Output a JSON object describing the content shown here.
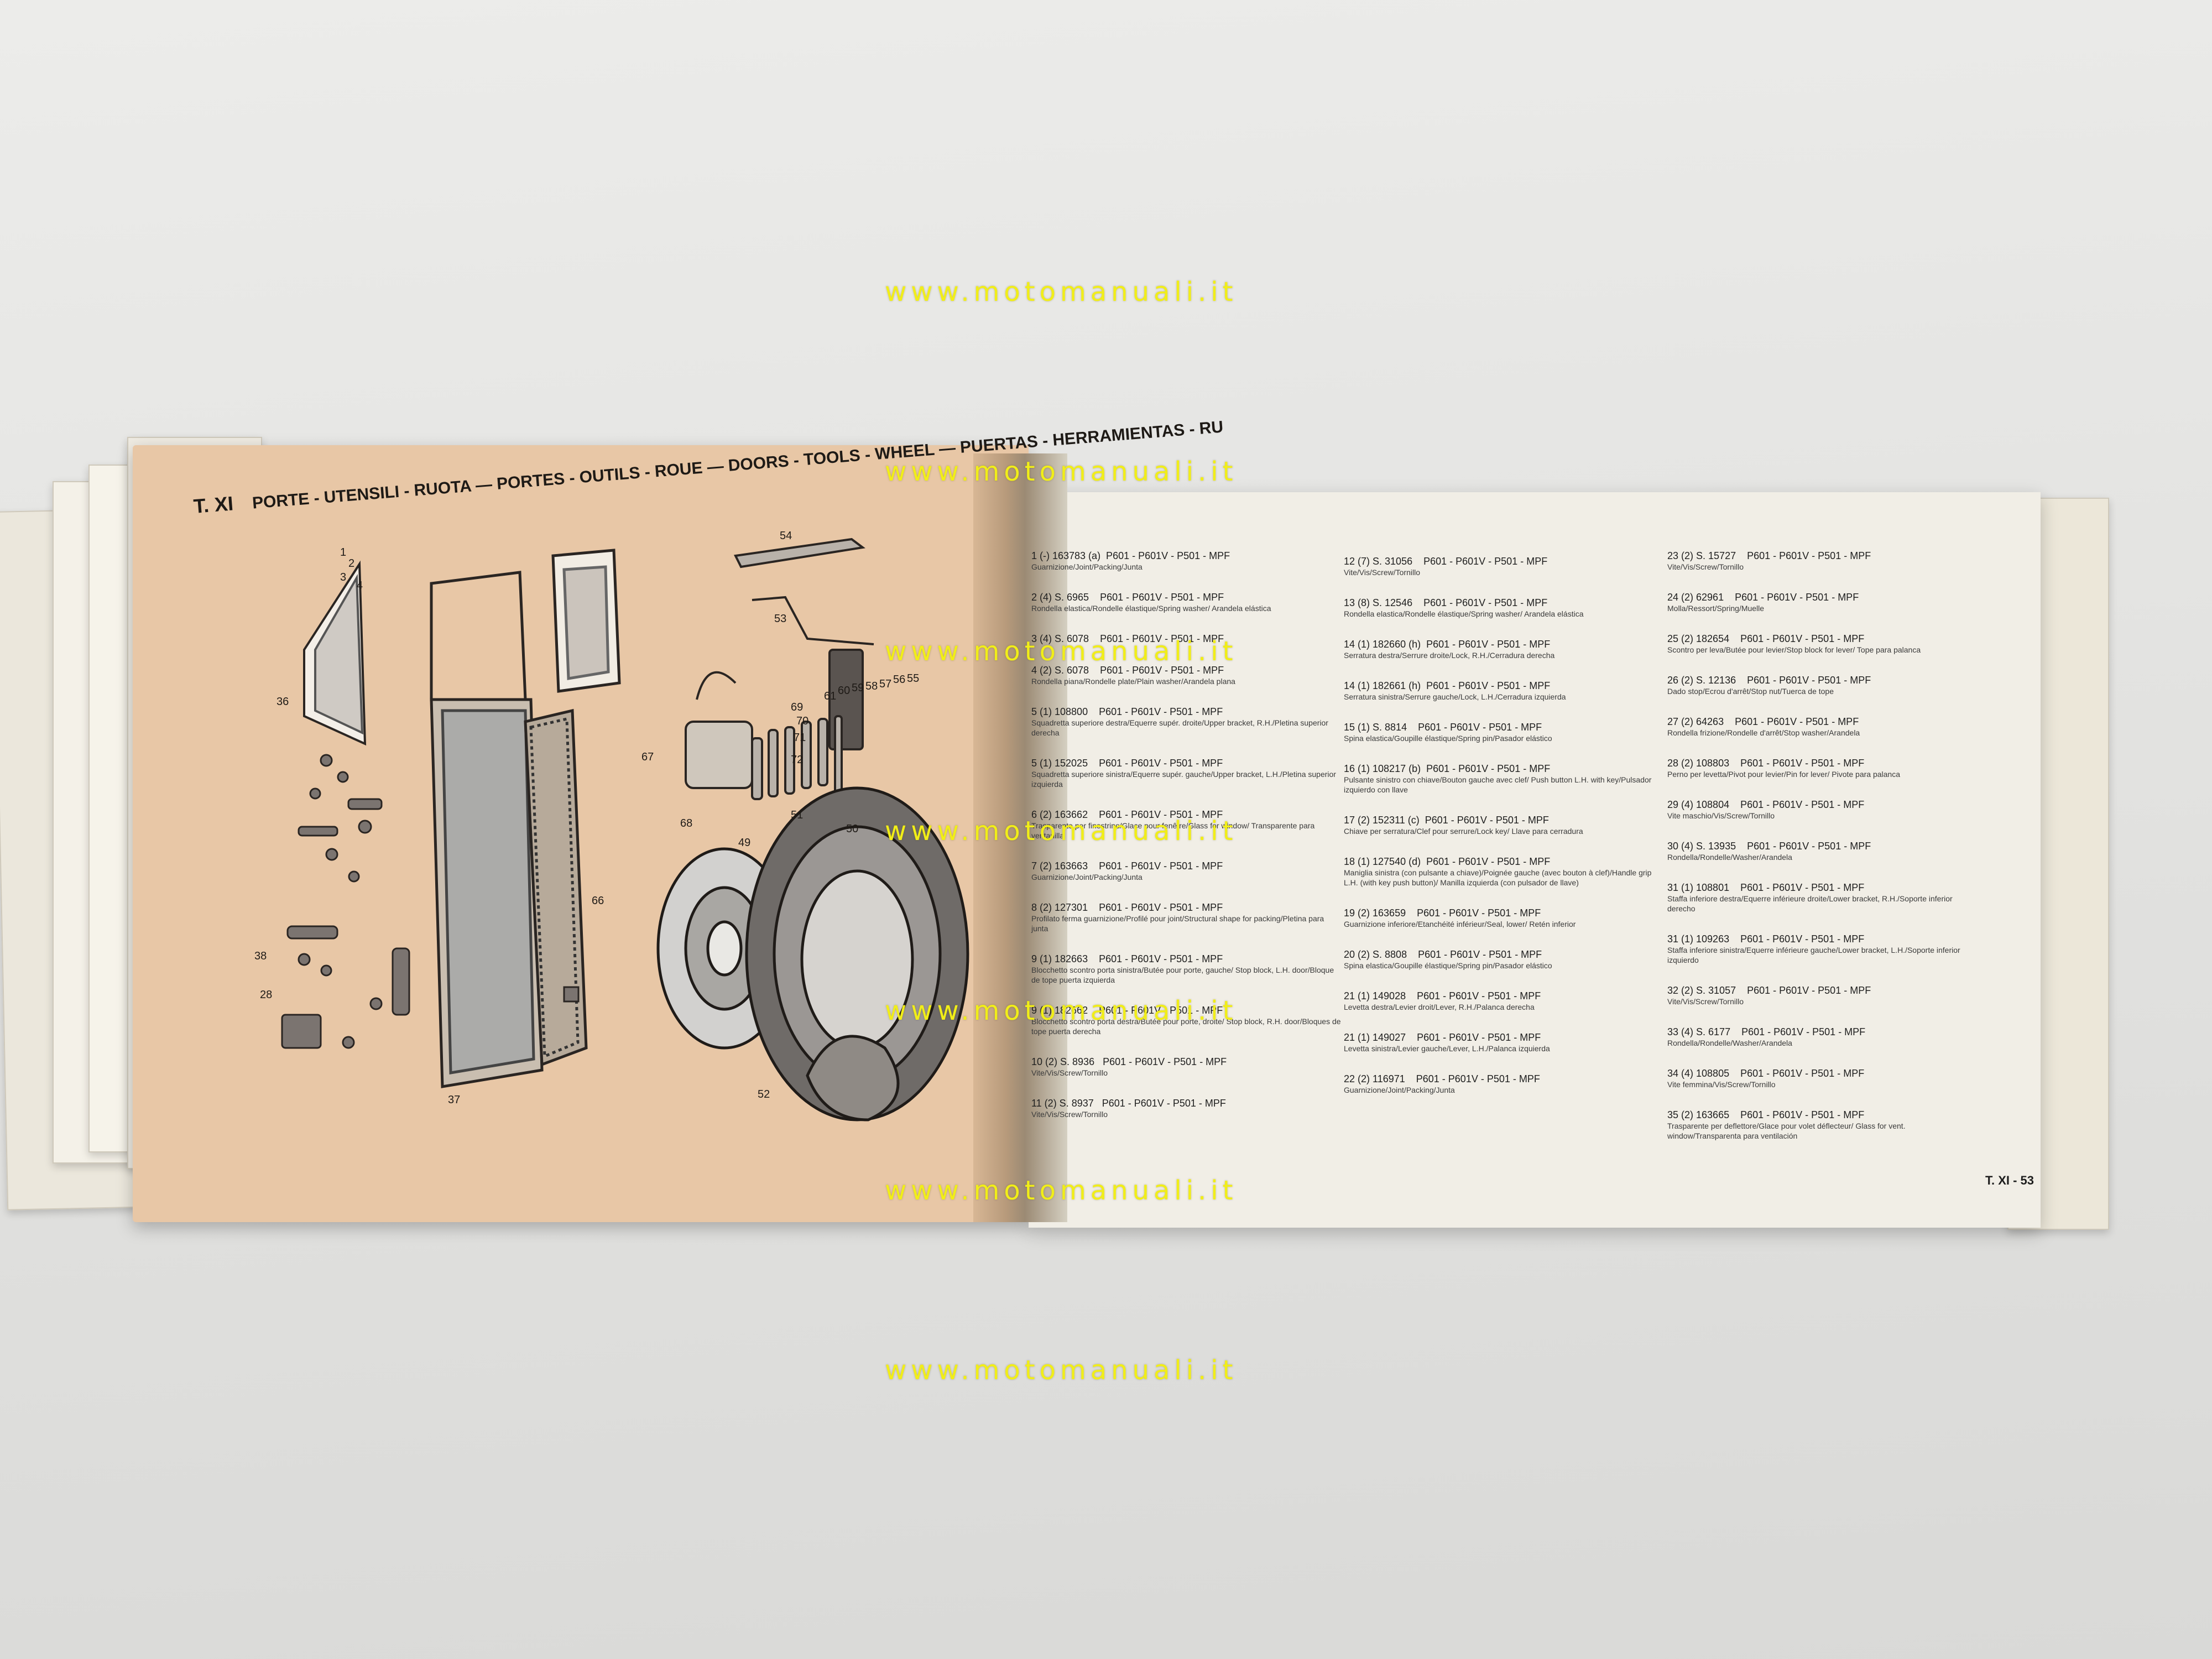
{
  "watermark": "www.motomanuali.it",
  "header": {
    "table": "T. XI",
    "title": "PORTE - UTENSILI - RUOTA — PORTES - OUTILS - ROUE — DOORS - TOOLS - WHEEL — PUERTAS - HERRAMIENTAS - RU"
  },
  "parts_col1": [
    {
      "head": "1 (-) 163783 (a)  P601 - P601V - P501 - MPF",
      "desc": "Guarnizione/Joint/Packing/Junta"
    },
    {
      "head": "2 (4) S. 6965    P601 - P601V - P501 - MPF",
      "desc": "Rondella elastica/Rondelle élastique/Spring washer/ Arandela elástica"
    },
    {
      "head": "3 (4) S. 6078    P601 - P601V - P501 - MPF",
      "desc": ""
    },
    {
      "head": "4 (2) S. 6078    P601 - P601V - P501 - MPF",
      "desc": "Rondella piana/Rondelle plate/Plain washer/Arandela plana"
    },
    {
      "head": "5 (1) 108800    P601 - P601V - P501 - MPF",
      "desc": "Squadretta superiore destra/Equerre supér. droite/Upper bracket, R.H./Pletina superior derecha"
    },
    {
      "head": "5 (1) 152025    P601 - P601V - P501 - MPF",
      "desc": "Squadretta superiore sinistra/Equerre supér. gauche/Upper bracket, L.H./Pletina superior izquierda"
    },
    {
      "head": "6 (2) 163662    P601 - P601V - P501 - MPF",
      "desc": "Trasparente per finestrino/Glace pour fenêtre/Glass for window/ Transparente para ventanilla"
    },
    {
      "head": "7 (2) 163663    P601 - P601V - P501 - MPF",
      "desc": "Guarnizione/Joint/Packing/Junta"
    },
    {
      "head": "8 (2) 127301    P601 - P601V - P501 - MPF",
      "desc": "Profilato ferma guarnizione/Profilé pour joint/Structural shape for packing/Pletina para junta"
    },
    {
      "head": "9 (1) 182663    P601 - P601V - P501 - MPF",
      "desc": "Blocchetto scontro porta sinistra/Butée pour porte, gauche/ Stop block, L.H. door/Bloque de tope puerta izquierda"
    },
    {
      "head": "9 (1) 182662    P601 - P601V - P501 - MPF",
      "desc": "Blocchetto scontro porta destra/Butée pour porte, droite/ Stop block, R.H. door/Bloques de tope puerta derecha"
    },
    {
      "head": "10 (2) S. 8936   P601 - P601V - P501 - MPF",
      "desc": "Vite/Vis/Screw/Tornillo"
    },
    {
      "head": "11 (2) S. 8937   P601 - P601V - P501 - MPF",
      "desc": "Vite/Vis/Screw/Tornillo"
    }
  ],
  "parts_col2": [
    {
      "head": "12 (7) S. 31056    P601 - P601V - P501 - MPF",
      "desc": "Vite/Vis/Screw/Tornillo"
    },
    {
      "head": "13 (8) S. 12546    P601 - P601V - P501 - MPF",
      "desc": "Rondella elastica/Rondelle élastique/Spring washer/ Arandela elástica"
    },
    {
      "head": "14 (1) 182660 (h)  P601 - P601V - P501 - MPF",
      "desc": "Serratura destra/Serrure droite/Lock, R.H./Cerradura derecha"
    },
    {
      "head": "14 (1) 182661 (h)  P601 - P601V - P501 - MPF",
      "desc": "Serratura sinistra/Serrure gauche/Lock, L.H./Cerradura izquierda"
    },
    {
      "head": "15 (1) S. 8814    P601 - P601V - P501 - MPF",
      "desc": "Spina elastica/Goupille élastique/Spring pin/Pasador elástico"
    },
    {
      "head": "16 (1) 108217 (b)  P601 - P601V - P501 - MPF",
      "desc": "Pulsante sinistro con chiave/Bouton gauche avec clef/ Push button L.H. with key/Pulsador izquierdo con llave"
    },
    {
      "head": "17 (2) 152311 (c)  P601 - P601V - P501 - MPF",
      "desc": "Chiave per serratura/Clef pour serrure/Lock key/ Llave para cerradura"
    },
    {
      "head": "18 (1) 127540 (d)  P601 - P601V - P501 - MPF",
      "desc": "Maniglia sinistra (con pulsante a chiave)/Poignée gauche (avec bouton à clef)/Handle grip L.H. (with key push button)/ Manilla izquierda (con pulsador de llave)"
    },
    {
      "head": "19 (2) 163659    P601 - P601V - P501 - MPF",
      "desc": "Guarnizione inferiore/Etanchéité inférieur/Seal, lower/ Retén inferior"
    },
    {
      "head": "20 (2) S. 8808    P601 - P601V - P501 - MPF",
      "desc": "Spina elastica/Goupille élastique/Spring pin/Pasador elástico"
    },
    {
      "head": "21 (1) 149028    P601 - P601V - P501 - MPF",
      "desc": "Levetta destra/Levier droit/Lever, R.H./Palanca derecha"
    },
    {
      "head": "21 (1) 149027    P601 - P601V - P501 - MPF",
      "desc": "Levetta sinistra/Levier gauche/Lever, L.H./Palanca izquierda"
    },
    {
      "head": "22 (2) 116971    P601 - P601V - P501 - MPF",
      "desc": "Guarnizione/Joint/Packing/Junta"
    }
  ],
  "parts_col3": [
    {
      "head": "23 (2) S. 15727    P601 - P601V - P501 - MPF",
      "desc": "Vite/Vis/Screw/Tornillo"
    },
    {
      "head": "24 (2) 62961    P601 - P601V - P501 - MPF",
      "desc": "Molla/Ressort/Spring/Muelle"
    },
    {
      "head": "25 (2) 182654    P601 - P601V - P501 - MPF",
      "desc": "Scontro per leva/Butée pour levier/Stop block for lever/ Tope para palanca"
    },
    {
      "head": "26 (2) S. 12136    P601 - P601V - P501 - MPF",
      "desc": "Dado stop/Ecrou d'arrêt/Stop nut/Tuerca de tope"
    },
    {
      "head": "27 (2) 64263    P601 - P601V - P501 - MPF",
      "desc": "Rondella frizione/Rondelle d'arrêt/Stop washer/Arandela"
    },
    {
      "head": "28 (2) 108803    P601 - P601V - P501 - MPF",
      "desc": "Perno per levetta/Pivot pour levier/Pin for lever/ Pivote para palanca"
    },
    {
      "head": "29 (4) 108804    P601 - P601V - P501 - MPF",
      "desc": "Vite maschio/Vis/Screw/Tornillo"
    },
    {
      "head": "30 (4) S. 13935    P601 - P601V - P501 - MPF",
      "desc": "Rondella/Rondelle/Washer/Arandela"
    },
    {
      "head": "31 (1) 108801    P601 - P601V - P501 - MPF",
      "desc": "Staffa inferiore destra/Equerre inférieure droite/Lower bracket, R.H./Soporte inferior derecho"
    },
    {
      "head": "31 (1) 109263    P601 - P601V - P501 - MPF",
      "desc": "Staffa inferiore sinistra/Equerre inférieure gauche/Lower bracket, L.H./Soporte inferior izquierdo"
    },
    {
      "head": "32 (2) S. 31057    P601 - P601V - P501 - MPF",
      "desc": "Vite/Vis/Screw/Tornillo"
    },
    {
      "head": "33 (4) S. 6177    P601 - P601V - P501 - MPF",
      "desc": "Rondella/Rondelle/Washer/Arandela"
    },
    {
      "head": "34 (4) 108805    P601 - P601V - P501 - MPF",
      "desc": "Vite femmina/Vis/Screw/Tornillo"
    },
    {
      "head": "35 (2) 163665    P601 - P601V - P501 - MPF",
      "desc": "Trasparente per deflettore/Glace pour volet déflecteur/ Glass for vent. window/Transparenta para ventilación"
    }
  ],
  "footer": "T. XI - 53",
  "callouts": [
    "1",
    "2",
    "3",
    "4",
    "36",
    "38",
    "28",
    "37",
    "66",
    "67",
    "68",
    "69",
    "70",
    "71",
    "72",
    "61",
    "60",
    "59",
    "58",
    "57",
    "56",
    "55",
    "54",
    "53",
    "49",
    "50",
    "51",
    "52"
  ]
}
